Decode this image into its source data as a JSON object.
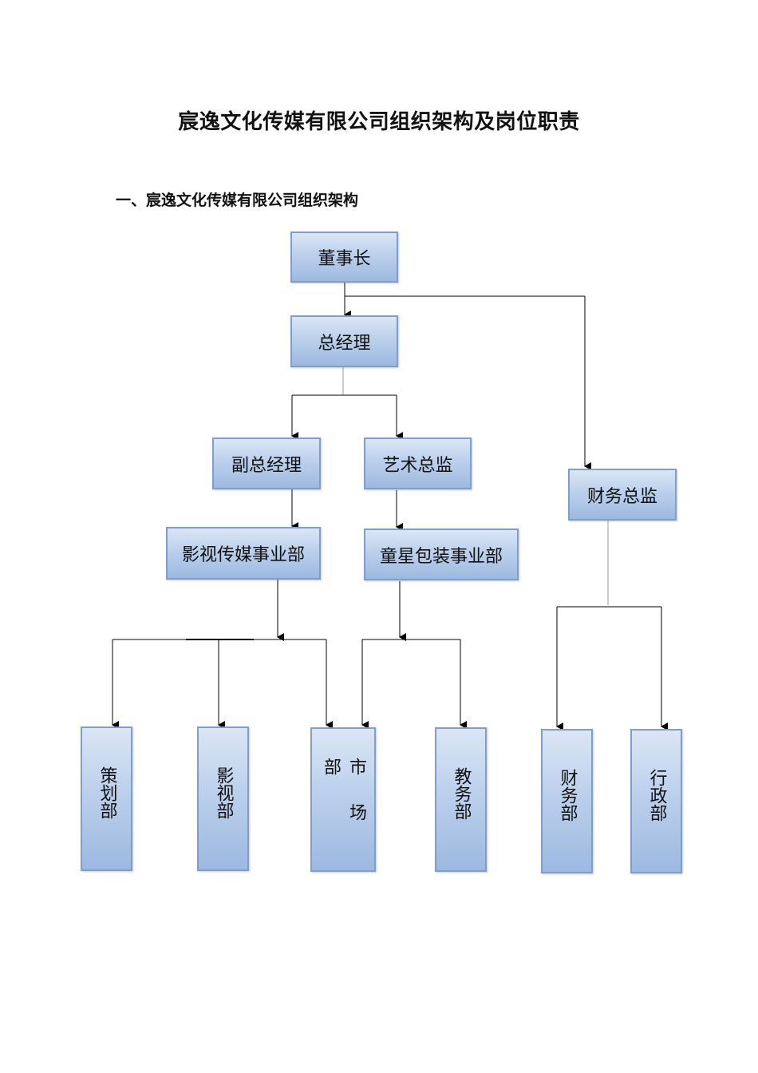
{
  "title": "宸逸文化传媒有限公司组织架构及岗位职责",
  "section_heading": "一、宸逸文化传媒有限公司组织架构",
  "org_chart": {
    "chairman": "董事长",
    "general_manager": "总经理",
    "deputy_general_manager": "副总经理",
    "art_director": "艺术总监",
    "finance_director": "财务总监",
    "film_media_division": "影视传媒事业部",
    "children_star_packaging_division": "童星包装事业部",
    "planning_dept": "策划部",
    "film_dept": "影视部",
    "marketing_dept": "市 场 部",
    "education_dept": "教务部",
    "finance_dept": "财务部",
    "admin_dept": "行政部"
  }
}
